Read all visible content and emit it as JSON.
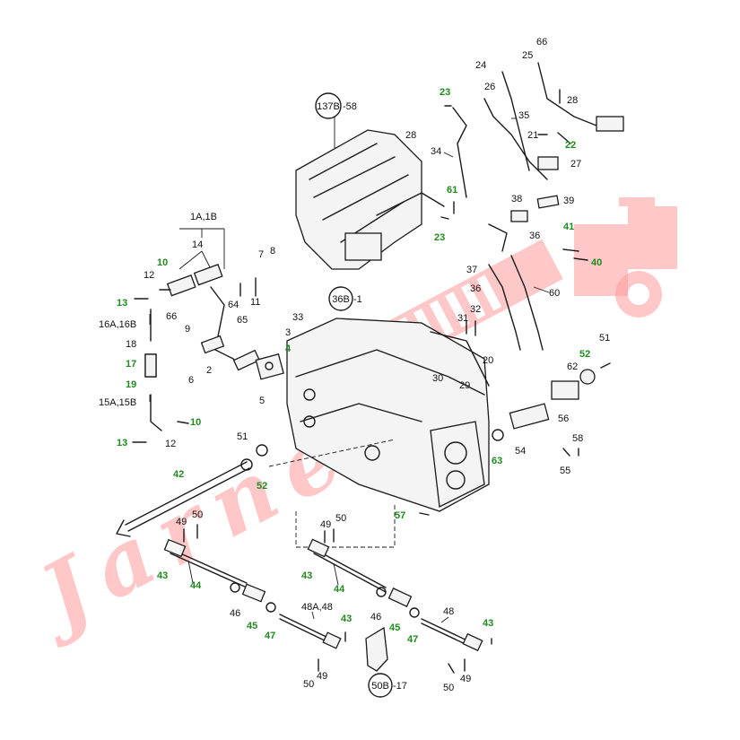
{
  "diagram": {
    "callouts": {
      "top": "137B",
      "top_ref": "-58",
      "center": "36B",
      "center_ref": "-1",
      "bottom": "50B",
      "bottom_ref": "-17"
    },
    "group_labels": {
      "pedal_group": "1A,1B",
      "hose_upper": "16A,16B",
      "hose_lower": "15A,15B",
      "rod_48": "48A,48"
    },
    "labels_black": {
      "l66a": "66",
      "l25": "25",
      "l24": "24",
      "l26": "26",
      "l28a": "28",
      "l28b": "28",
      "l35": "35",
      "l21": "21",
      "l27": "27",
      "l34": "34",
      "l38": "38",
      "l39": "39",
      "l36a": "36",
      "l37": "37",
      "l36b": "36",
      "l60": "60",
      "l32": "32",
      "l31": "31",
      "l51a": "51",
      "l62": "62",
      "l30": "30",
      "l29": "29",
      "l20": "20",
      "l56": "56",
      "l54": "54",
      "l58": "58",
      "l55": "55",
      "l14": "14",
      "l12a": "12",
      "l66b": "66",
      "l64": "64",
      "l11": "11",
      "l65": "65",
      "l7": "7",
      "l8": "8",
      "l33": "33",
      "l9": "9",
      "l3": "3",
      "l18": "18",
      "l2": "2",
      "l6": "6",
      "l5": "5",
      "l12b": "12",
      "l51b": "51",
      "l49a": "49",
      "l50a": "50",
      "l49b": "49",
      "l50b": "50",
      "l46a": "46",
      "l46b": "46",
      "l48": "48",
      "l49c": "49",
      "l50c": "50",
      "l50d": "50",
      "l49d": "49"
    },
    "labels_green": {
      "g23a": "23",
      "g22": "22",
      "g61": "61",
      "g23b": "23",
      "g41": "41",
      "g40": "40",
      "g52a": "52",
      "g10a": "10",
      "g13a": "13",
      "g4": "4",
      "g17": "17",
      "g19": "19",
      "g10b": "10",
      "g13b": "13",
      "g42": "42",
      "g52b": "52",
      "g63": "63",
      "g57": "57",
      "g43a": "43",
      "g44a": "44",
      "g43b": "43",
      "g44b": "44",
      "g45a": "45",
      "g47a": "47",
      "g45b": "45",
      "g47b": "47",
      "g43c": "43",
      "g43d": "43"
    },
    "watermark": "Jarnet",
    "colors": {
      "ink": "#1a1a1a",
      "green_label": "#1f8a1f",
      "watermark": "#ff9a9a"
    }
  }
}
